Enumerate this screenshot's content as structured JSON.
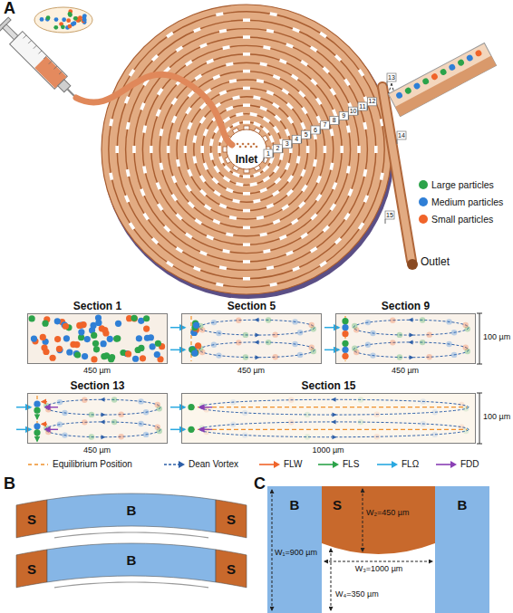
{
  "diagram": {
    "nodes": [
      {
        "text": [
          "Section 1"
        ]
      },
      {
        "text": [
          "Section 5"
        ]
      },
      {
        "text": [
          "Section 9"
        ]
      },
      {
        "text": [
          "Section 13"
        ]
      },
      {
        "text": [
          "Section 15"
        ]
      },
      {
        "text": [
          "S"
        ]
      },
      {
        "text": [
          "B"
        ]
      },
      {
        "text": [
          "S"
        ]
      },
      {
        "text": [
          "S"
        ]
      },
      {
        "text": [
          "B"
        ]
      },
      {
        "text": [
          "S"
        ]
      },
      {
        "text": [
          "B"
        ]
      },
      {
        "text": [
          "S"
        ]
      },
      {
        "text": [
          "B"
        ]
      }
    ],
    "labels": [
      "A",
      "Inlet",
      "Outlet",
      "1",
      "2",
      "3",
      "4",
      "5",
      "6",
      "7",
      "8",
      "9",
      "10",
      "11",
      "12",
      "13",
      "14",
      "15",
      "450 µm",
      "450 µm",
      "450 µm",
      "100 µm",
      "450 µm",
      "1000 µm",
      "100 µm",
      "B",
      "C",
      "W₁=900 µm",
      "W₂=450 µm",
      "W₃=1000 µm",
      "W₄=350 µm"
    ],
    "legend": [
      {
        "text": "Large particles",
        "color": "#2ca34a"
      },
      {
        "text": "Medium particles",
        "color": "#2f7fd6"
      },
      {
        "text": "Small particles",
        "color": "#f0642a"
      },
      {
        "text": "Equilibrium Position"
      },
      {
        "text": "Dean Vortex"
      },
      {
        "text": "FLW"
      },
      {
        "text": "FLS"
      },
      {
        "text": "FLΩ"
      },
      {
        "text": "FDD"
      }
    ]
  }
}
